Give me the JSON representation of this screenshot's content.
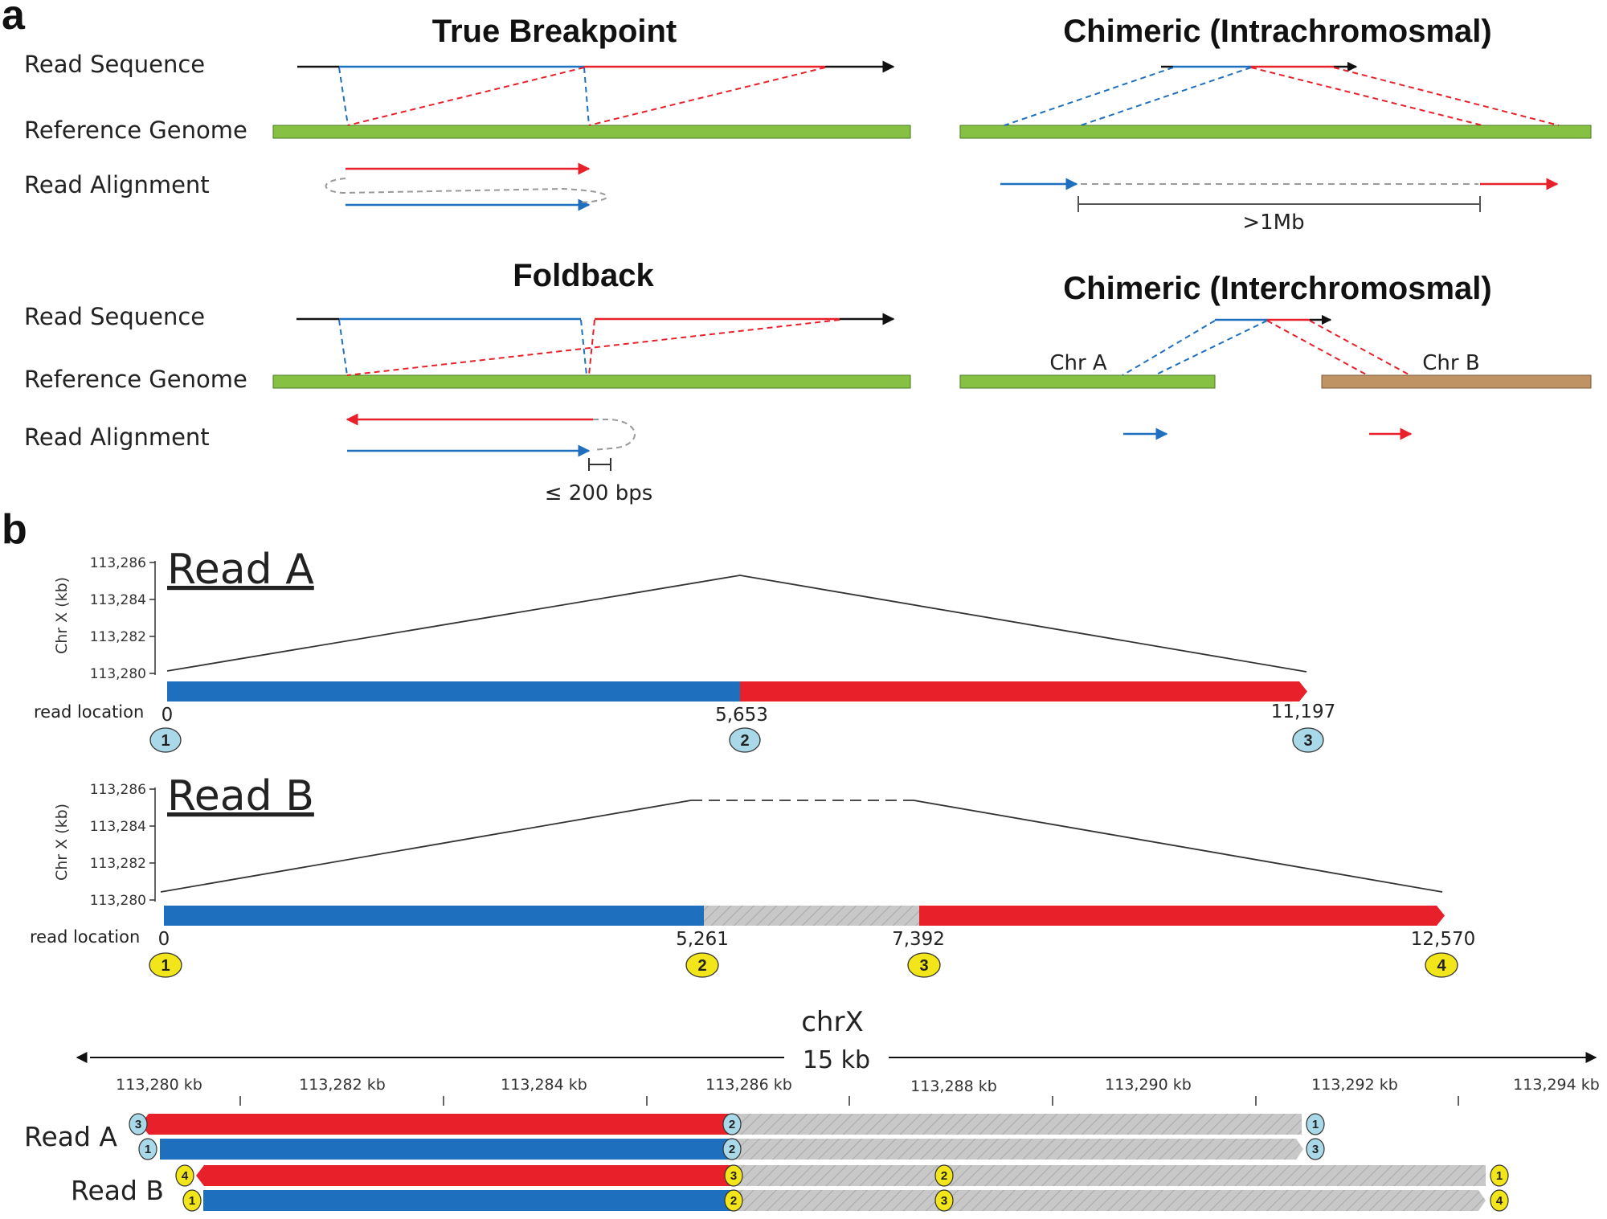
{
  "colors": {
    "blue": "#1f6fbf",
    "red": "#e8202a",
    "green": "#86c143",
    "brown": "#c09365",
    "gray": "#c8c8c8",
    "light_blue_badge": "#a9d8e8",
    "yellow_badge": "#f2e51a"
  },
  "panel_a": {
    "letter": "a",
    "true_breakpoint": {
      "title": "True Breakpoint",
      "row_read_sequence": "Read Sequence",
      "row_reference_genome": "Reference Genome",
      "row_read_alignment": "Read Alignment"
    },
    "intrachromosomal": {
      "title": "Chimeric (Intrachromosmal)",
      "distance_label": ">1Mb"
    },
    "foldback": {
      "title": "Foldback",
      "row_read_sequence": "Read Sequence",
      "row_reference_genome": "Reference Genome",
      "row_read_alignment": "Read Alignment",
      "gap_label": "≤ 200 bps"
    },
    "interchromosomal": {
      "title": "Chimeric (Interchromosmal)",
      "chr_a": "Chr A",
      "chr_b": "Chr B"
    }
  },
  "panel_b": {
    "letter": "b",
    "axis_label": "Chr X (kb)",
    "axis_ticks": [
      "113,286",
      "113,284",
      "113,282",
      "113,280"
    ],
    "read_location_label": "read location",
    "read_a": {
      "title": "Read A",
      "locations": [
        "0",
        "5,653",
        "11,197"
      ],
      "badges": [
        "1",
        "2",
        "3"
      ]
    },
    "read_b": {
      "title": "Read B",
      "locations": [
        "0",
        "5,261",
        "7,392",
        "12,570"
      ],
      "badges": [
        "1",
        "2",
        "3",
        "4"
      ]
    },
    "browser": {
      "chrom": "chrX",
      "span": "15 kb",
      "ticks": [
        "113,280 kb",
        "113,282 kb",
        "113,284 kb",
        "113,286 kb",
        "113,288 kb",
        "113,290 kb",
        "113,292 kb",
        "113,294 kb"
      ],
      "track_read_a": "Read A",
      "track_read_b": "Read B",
      "read_a_top_badges": [
        "3",
        "2",
        "1"
      ],
      "read_a_bottom_badges": [
        "1",
        "2",
        "3"
      ],
      "read_b_top_badges": [
        "4",
        "3",
        "2",
        "1"
      ],
      "read_b_bottom_badges": [
        "1",
        "2",
        "3",
        "4"
      ]
    }
  }
}
